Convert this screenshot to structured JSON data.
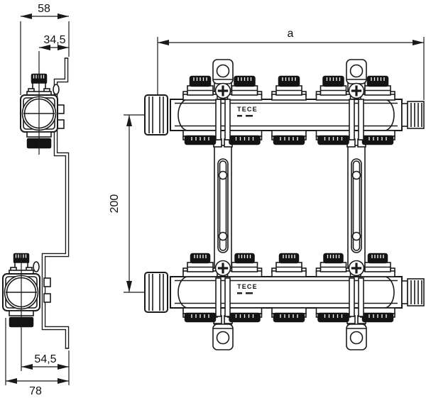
{
  "drawing": {
    "brand": "TECE",
    "colors": {
      "line": "#1a1a1a",
      "background": "#ffffff",
      "solid_fill": "#141414"
    },
    "side_view": {
      "dim_width_top": "58",
      "dim_offset_top_bar": "34,5",
      "dim_offset_bottom_bar": "54,5",
      "dim_width_bottom": "78"
    },
    "front_view": {
      "dim_length": "a",
      "dim_bar_spacing": "200",
      "logo_top": "TECE",
      "logo_bottom": "TECE",
      "port_count": 5
    }
  }
}
